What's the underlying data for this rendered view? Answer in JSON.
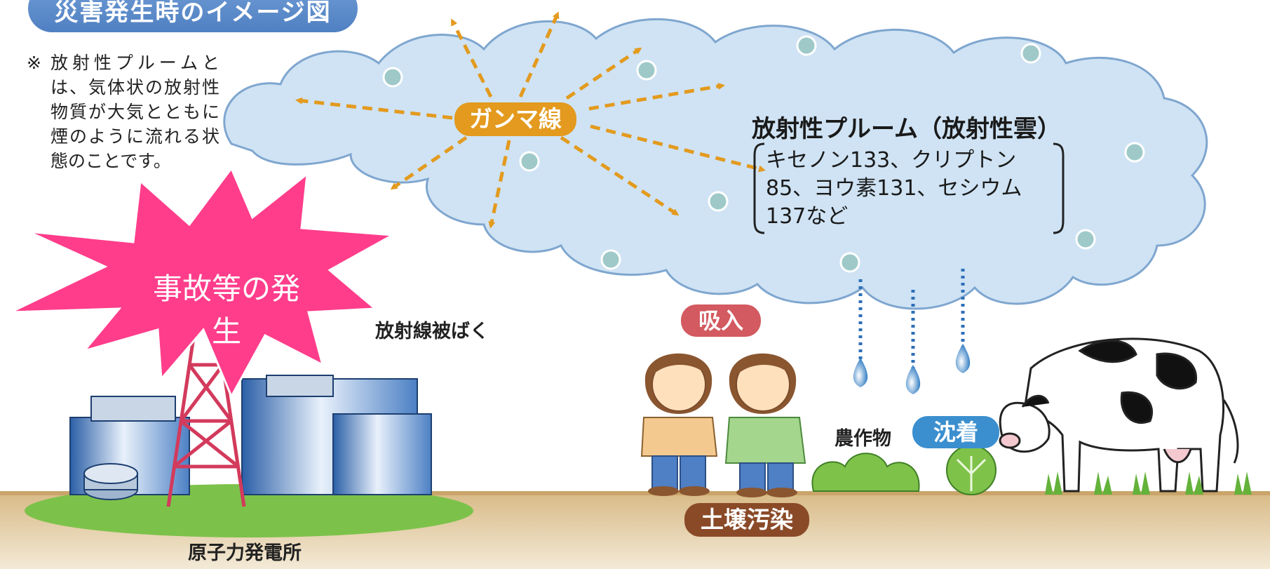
{
  "title": "災害発生時のイメージ図",
  "note": {
    "mark": "※",
    "text": "放射性プルームとは、気体状の放射性物質が大気とともに煙のように流れる状態のことです。"
  },
  "labels": {
    "gamma_rays": "ガンマ線",
    "plume_title": "放射性プルーム（放射性雲）",
    "nuclides": "キセノン133、クリプトン85、ヨウ素131、セシウム137など",
    "exposure": "放射線被ばく",
    "accident": "事故等の発生",
    "inhalation": "吸入",
    "crops": "農作物",
    "deposition": "沈着",
    "soil_contamination": "土壌汚染",
    "power_plant": "原子力発電所"
  },
  "colors": {
    "banner": "#5a88c8",
    "cloud": "#cfe3f4",
    "cloud_edge": "#7fa6cf",
    "gamma_orange": "#e39a1e",
    "burst_pink": "#ff3d8b",
    "ground": "#dcc59c",
    "inhale_red": "#d25a60",
    "deposit_blue": "#3b8fcf",
    "soil_brown": "#8a4a28"
  },
  "icons": [
    "cloud-icon",
    "starburst-icon",
    "nuclear-plant-icon",
    "transmission-tower-icon",
    "person-icon",
    "cow-icon",
    "raindrop-icon",
    "vegetable-icon",
    "grass-icon"
  ]
}
